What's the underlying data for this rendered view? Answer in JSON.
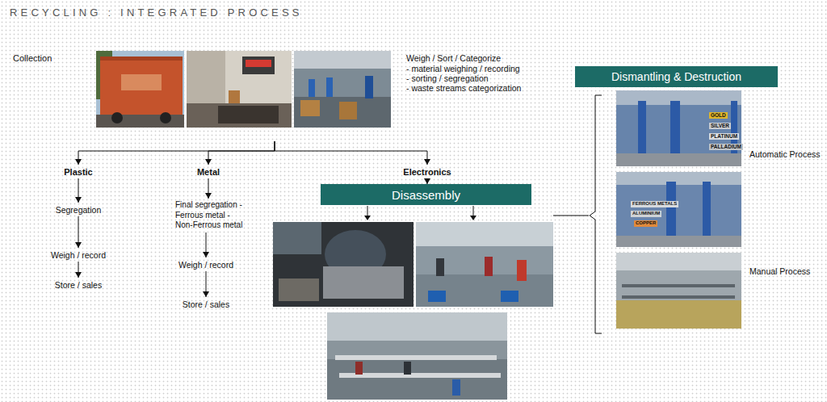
{
  "diagram": {
    "title": "RECYCLING : INTEGRATED PROCESS",
    "nodes": [
      {
        "text": [
          "Collection",
          "Weigh / Sort / Categorize",
          "- material weighing / recording",
          "- sorting / segregation",
          "- waste streams categorization"
        ]
      },
      {
        "text": [
          "Plastic"
        ]
      },
      {
        "text": [
          "Segregation"
        ]
      },
      {
        "text": [
          "Weigh / record"
        ]
      },
      {
        "text": [
          "Store / sales"
        ]
      },
      {
        "text": [
          "Metal"
        ]
      },
      {
        "text": [
          "Final segregation -Ferrous metal - Non-Ferrous metal"
        ]
      },
      {
        "text": [
          "Weigh / record"
        ]
      },
      {
        "text": [
          "Store / sales"
        ]
      },
      {
        "text": [
          "Electronics"
        ]
      },
      {
        "text": [
          "Disassembly"
        ]
      },
      {
        "text": [
          "Dismantling & Destruction"
        ]
      },
      {
        "text": [
          "GOLD",
          "SILVER",
          "PLATINUM",
          "PALLADIUM",
          "Automatic Process"
        ]
      },
      {
        "text": [
          "FERROUS METALS",
          "ALUMINIUM",
          "COPPER"
        ]
      },
      {
        "text": [
          "Manual Process"
        ]
      }
    ],
    "edges": [
      {
        "from": 0,
        "to": 1,
        "arrow": "to"
      },
      {
        "from": 0,
        "to": 5,
        "arrow": "to"
      },
      {
        "from": 0,
        "to": 9,
        "arrow": "to"
      },
      {
        "from": 1,
        "to": 2,
        "arrow": "to"
      },
      {
        "from": 2,
        "to": 3,
        "arrow": "to"
      },
      {
        "from": 3,
        "to": 4,
        "arrow": "to"
      },
      {
        "from": 5,
        "to": 6,
        "arrow": "to"
      },
      {
        "from": 6,
        "to": 7,
        "arrow": "to"
      },
      {
        "from": 7,
        "to": 8,
        "arrow": "to"
      },
      {
        "from": 9,
        "to": 10,
        "arrow": "to"
      }
    ]
  }
}
